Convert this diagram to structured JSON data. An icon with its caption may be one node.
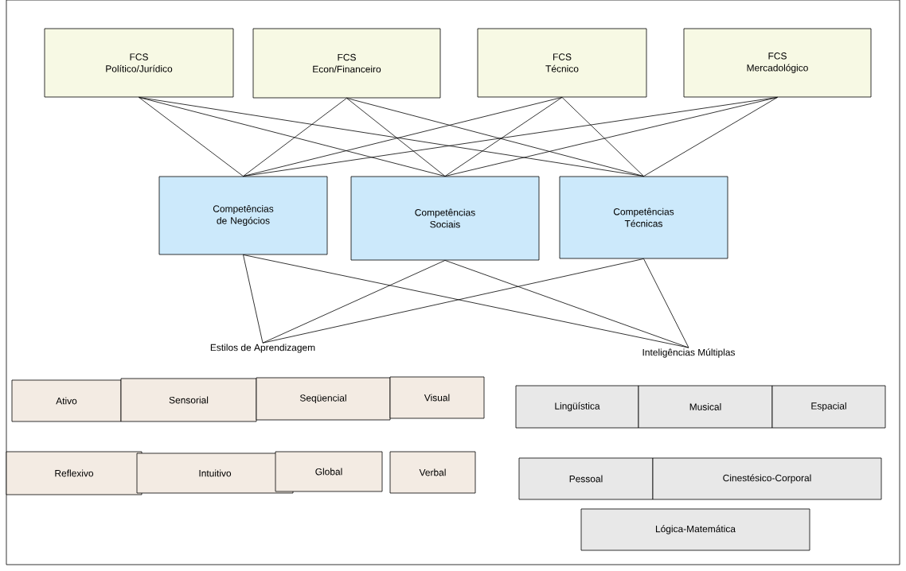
{
  "diagram": {
    "nodes": [
      {
        "text": [
          "FCS",
          "Político/Jurídico"
        ]
      },
      {
        "text": [
          "FCS",
          "Econ/Financeiro"
        ]
      },
      {
        "text": [
          "FCS",
          "Técnico"
        ]
      },
      {
        "text": [
          "FCS",
          "Mercadológico"
        ]
      },
      {
        "text": [
          "Competências de Negócios"
        ]
      },
      {
        "text": [
          "Competências Sociais"
        ]
      },
      {
        "text": [
          "Competências Técnicas"
        ]
      },
      {
        "text": [
          "Estilos de Aprendizagem"
        ]
      },
      {
        "text": [
          "Inteligências Múltiplas"
        ]
      },
      {
        "text": [
          "Ativo"
        ]
      },
      {
        "text": [
          "Sensorial"
        ]
      },
      {
        "text": [
          "Seqüencial"
        ]
      },
      {
        "text": [
          "Visual"
        ]
      },
      {
        "text": [
          "Reflexivo"
        ]
      },
      {
        "text": [
          "Intuitivo"
        ]
      },
      {
        "text": [
          "Global"
        ]
      },
      {
        "text": [
          "Verbal"
        ]
      },
      {
        "text": [
          "Lingüística"
        ]
      },
      {
        "text": [
          "Musical"
        ]
      },
      {
        "text": [
          "Espacial"
        ]
      },
      {
        "text": [
          "Pessoal"
        ]
      },
      {
        "text": [
          "Cinestésico-Corporal"
        ]
      },
      {
        "text": [
          "Lógica-Matemática"
        ]
      }
    ],
    "edges": [
      {
        "from": 0,
        "to": 4,
        "arrow": "none"
      },
      {
        "from": 0,
        "to": 5,
        "arrow": "none"
      },
      {
        "from": 0,
        "to": 6,
        "arrow": "none"
      },
      {
        "from": 1,
        "to": 4,
        "arrow": "none"
      },
      {
        "from": 1,
        "to": 5,
        "arrow": "none"
      },
      {
        "from": 1,
        "to": 6,
        "arrow": "none"
      },
      {
        "from": 2,
        "to": 4,
        "arrow": "none"
      },
      {
        "from": 2,
        "to": 5,
        "arrow": "none"
      },
      {
        "from": 2,
        "to": 6,
        "arrow": "none"
      },
      {
        "from": 3,
        "to": 4,
        "arrow": "none"
      },
      {
        "from": 3,
        "to": 5,
        "arrow": "none"
      },
      {
        "from": 3,
        "to": 6,
        "arrow": "none"
      },
      {
        "from": 4,
        "to": 7,
        "arrow": "none"
      },
      {
        "from": 4,
        "to": 8,
        "arrow": "none"
      },
      {
        "from": 5,
        "to": 7,
        "arrow": "none"
      },
      {
        "from": 5,
        "to": 8,
        "arrow": "none"
      },
      {
        "from": 6,
        "to": 7,
        "arrow": "none"
      },
      {
        "from": 6,
        "to": 8,
        "arrow": "none"
      }
    ]
  }
}
